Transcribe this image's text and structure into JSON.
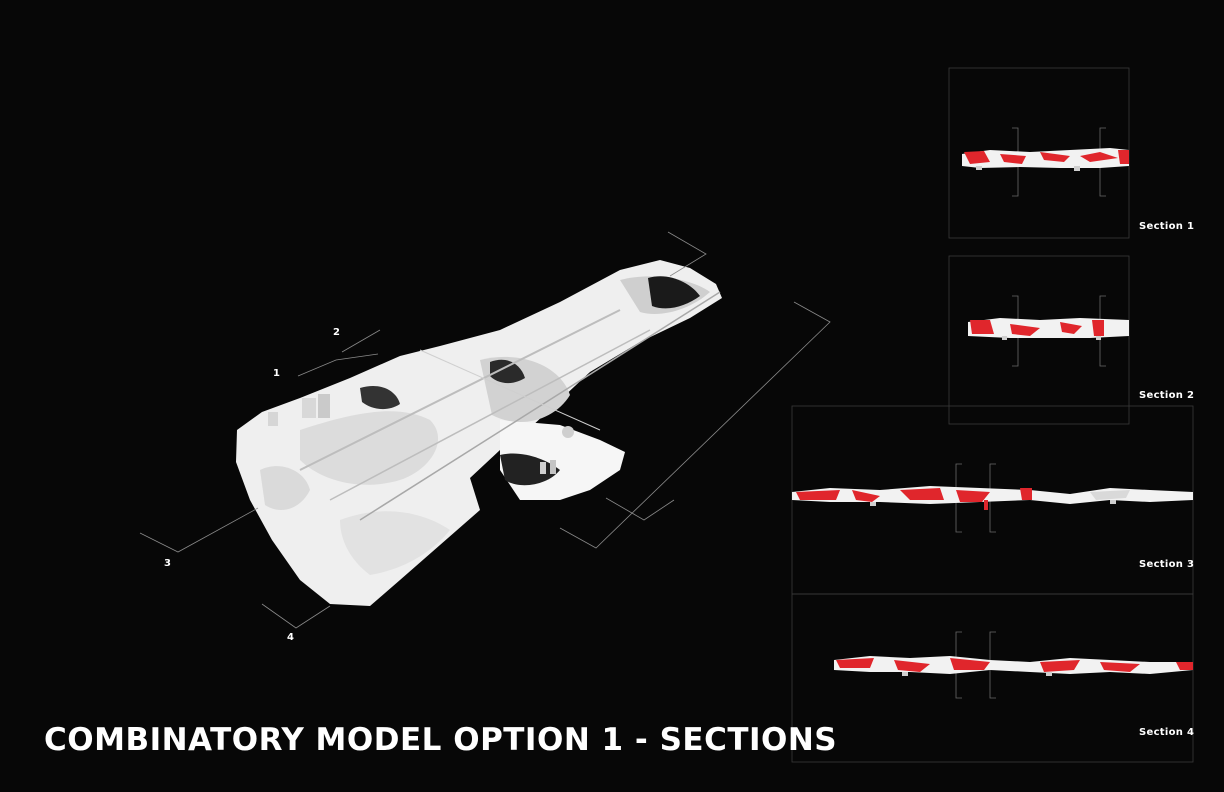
{
  "title": "COMBINATORY MODEL OPTION 1 - SECTIONS",
  "markers": [
    "1",
    "2",
    "3",
    "4"
  ],
  "sections": [
    {
      "label": "Section 1"
    },
    {
      "label": "Section 2"
    },
    {
      "label": "Section 3"
    },
    {
      "label": "Section 4"
    }
  ],
  "colors": {
    "background": "#070707",
    "model": "#f2f2f2",
    "cut": "#e0262c",
    "frame": "#3a3a3a",
    "guide": "#8a8a8a"
  }
}
